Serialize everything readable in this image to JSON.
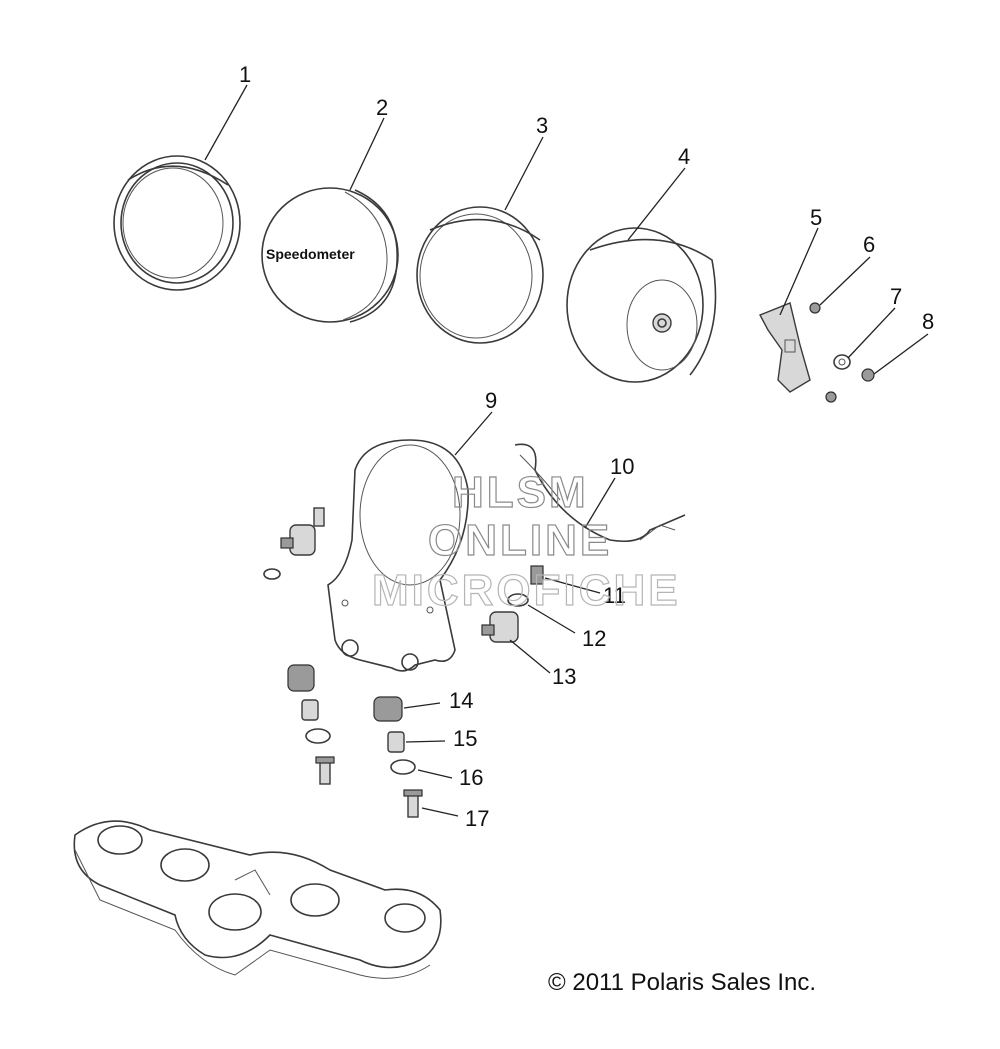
{
  "labels": {
    "inline_text": "Speedometer",
    "copyright": "© 2011 Polaris Sales Inc."
  },
  "watermark": {
    "line1": "HLSM",
    "line2": "ONLINE",
    "line3": "MICROFICHE"
  },
  "callouts": [
    "1",
    "2",
    "3",
    "4",
    "5",
    "6",
    "7",
    "8",
    "9",
    "10",
    "11",
    "12",
    "13",
    "14",
    "15",
    "16",
    "17"
  ]
}
